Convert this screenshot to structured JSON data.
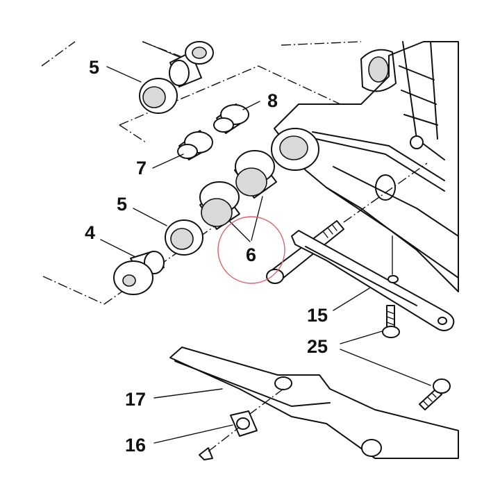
{
  "callouts": {
    "c5_top": "5",
    "c8": "8",
    "c7": "7",
    "c5_mid": "5",
    "c4": "4",
    "c6": "6",
    "c15": "15",
    "c25": "25",
    "c17": "17",
    "c16": "16"
  },
  "colors": {
    "ink": "#111111",
    "highlight_circle": "#d9626b",
    "shade": "#d9d9d9"
  }
}
